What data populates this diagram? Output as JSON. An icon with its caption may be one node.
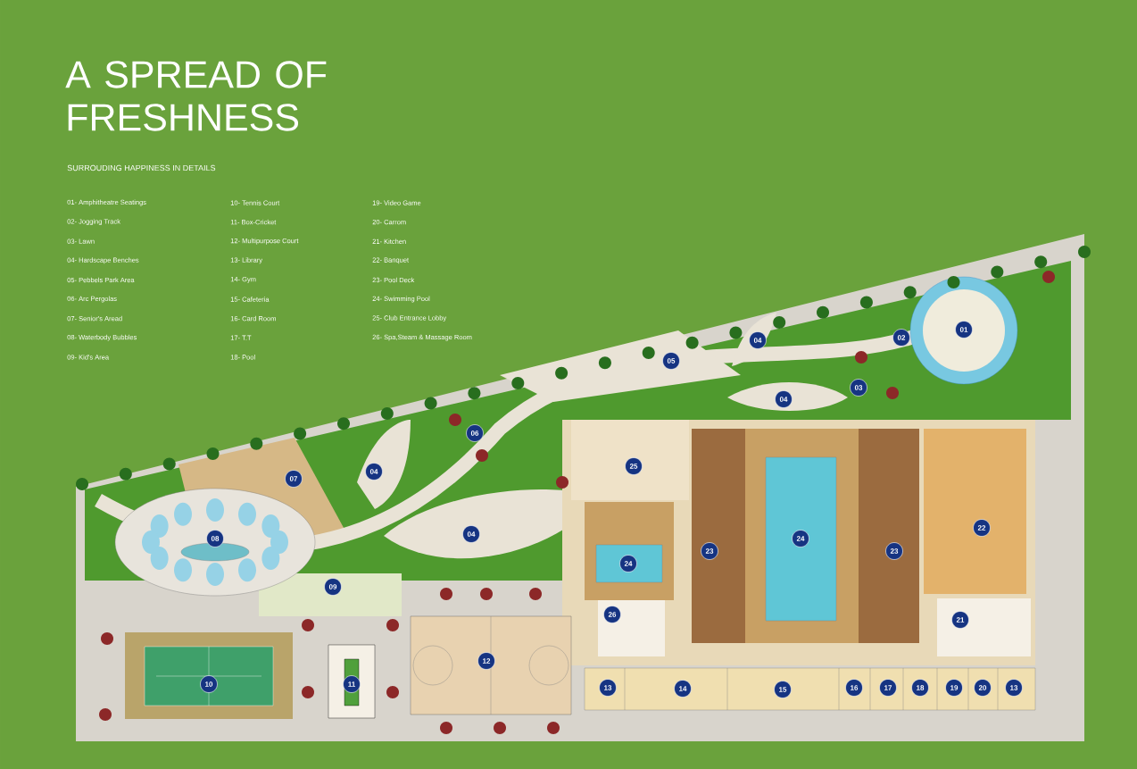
{
  "diagram": {
    "title": "A SPREAD OF FRESHNESS",
    "labels": [
      "SURROUDING HAPPINESS IN DETAILS",
      "01- Amphitheatre Seatings",
      "02- Jogging Track",
      "03- Lawn",
      "04- Hardscape Benches",
      "05- Pebbels Park Area",
      "06- Arc Pergolas",
      "07- Senior's Aread",
      "08- Waterbody Bubbles",
      "09- Kid's Area",
      "10- Tennis Court",
      "11- Box-Cricket",
      "12- Multipurpose Court",
      "13- Library",
      "14- Gym",
      "15- Cafeteria",
      "16- Card Room",
      "17- T.T",
      "18- Pool",
      "19- Video Game",
      "20- Carrom",
      "21- Kitchen",
      "22- Banquet",
      "23- Pool Deck",
      "24- Swimming Pool",
      "25- Club Entrance Lobby",
      "26- Spa,Steam & Massage Room",
      "01",
      "02",
      "04",
      "05",
      "03",
      "04",
      "06",
      "25",
      "07",
      "04",
      "22",
      "08",
      "04",
      "24",
      "24",
      "23",
      "23",
      "09",
      "26",
      "21",
      "12",
      "10",
      "11",
      "13",
      "14",
      "15",
      "16",
      "17",
      "18",
      "19",
      "20",
      "13"
    ]
  }
}
